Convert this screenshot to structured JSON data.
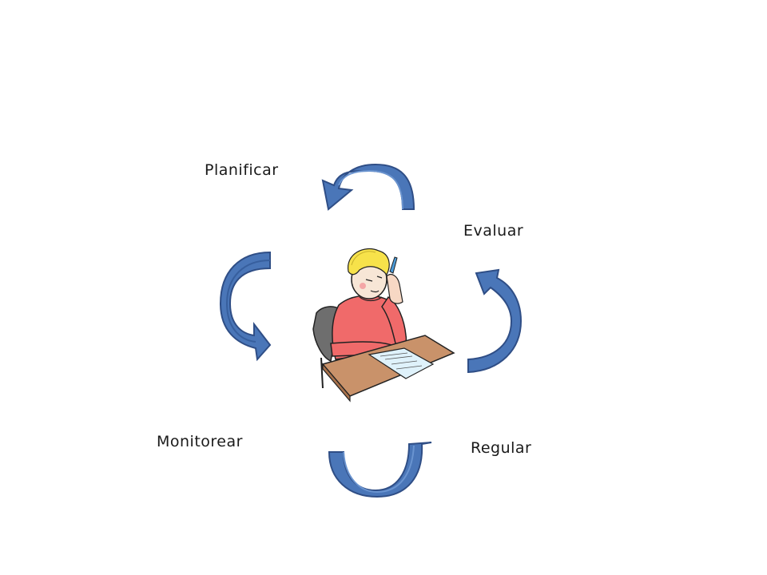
{
  "diagram": {
    "labels": {
      "planificar": "Planificar",
      "evaluar": "Evaluar",
      "monitorear": "Monitorear",
      "regular": "Regular"
    },
    "colors": {
      "arrow_fill": "#4a76b8",
      "arrow_edge": "#2f4e86",
      "arrow_dark": "#375f9e",
      "shirt": "#f06a6a",
      "hair": "#f7e24a",
      "desk": "#c9926a",
      "chair": "#6e6e6e"
    },
    "icons": {
      "center": "student-thinking-at-desk-icon",
      "arrows": "curved-arrow-icon"
    }
  }
}
